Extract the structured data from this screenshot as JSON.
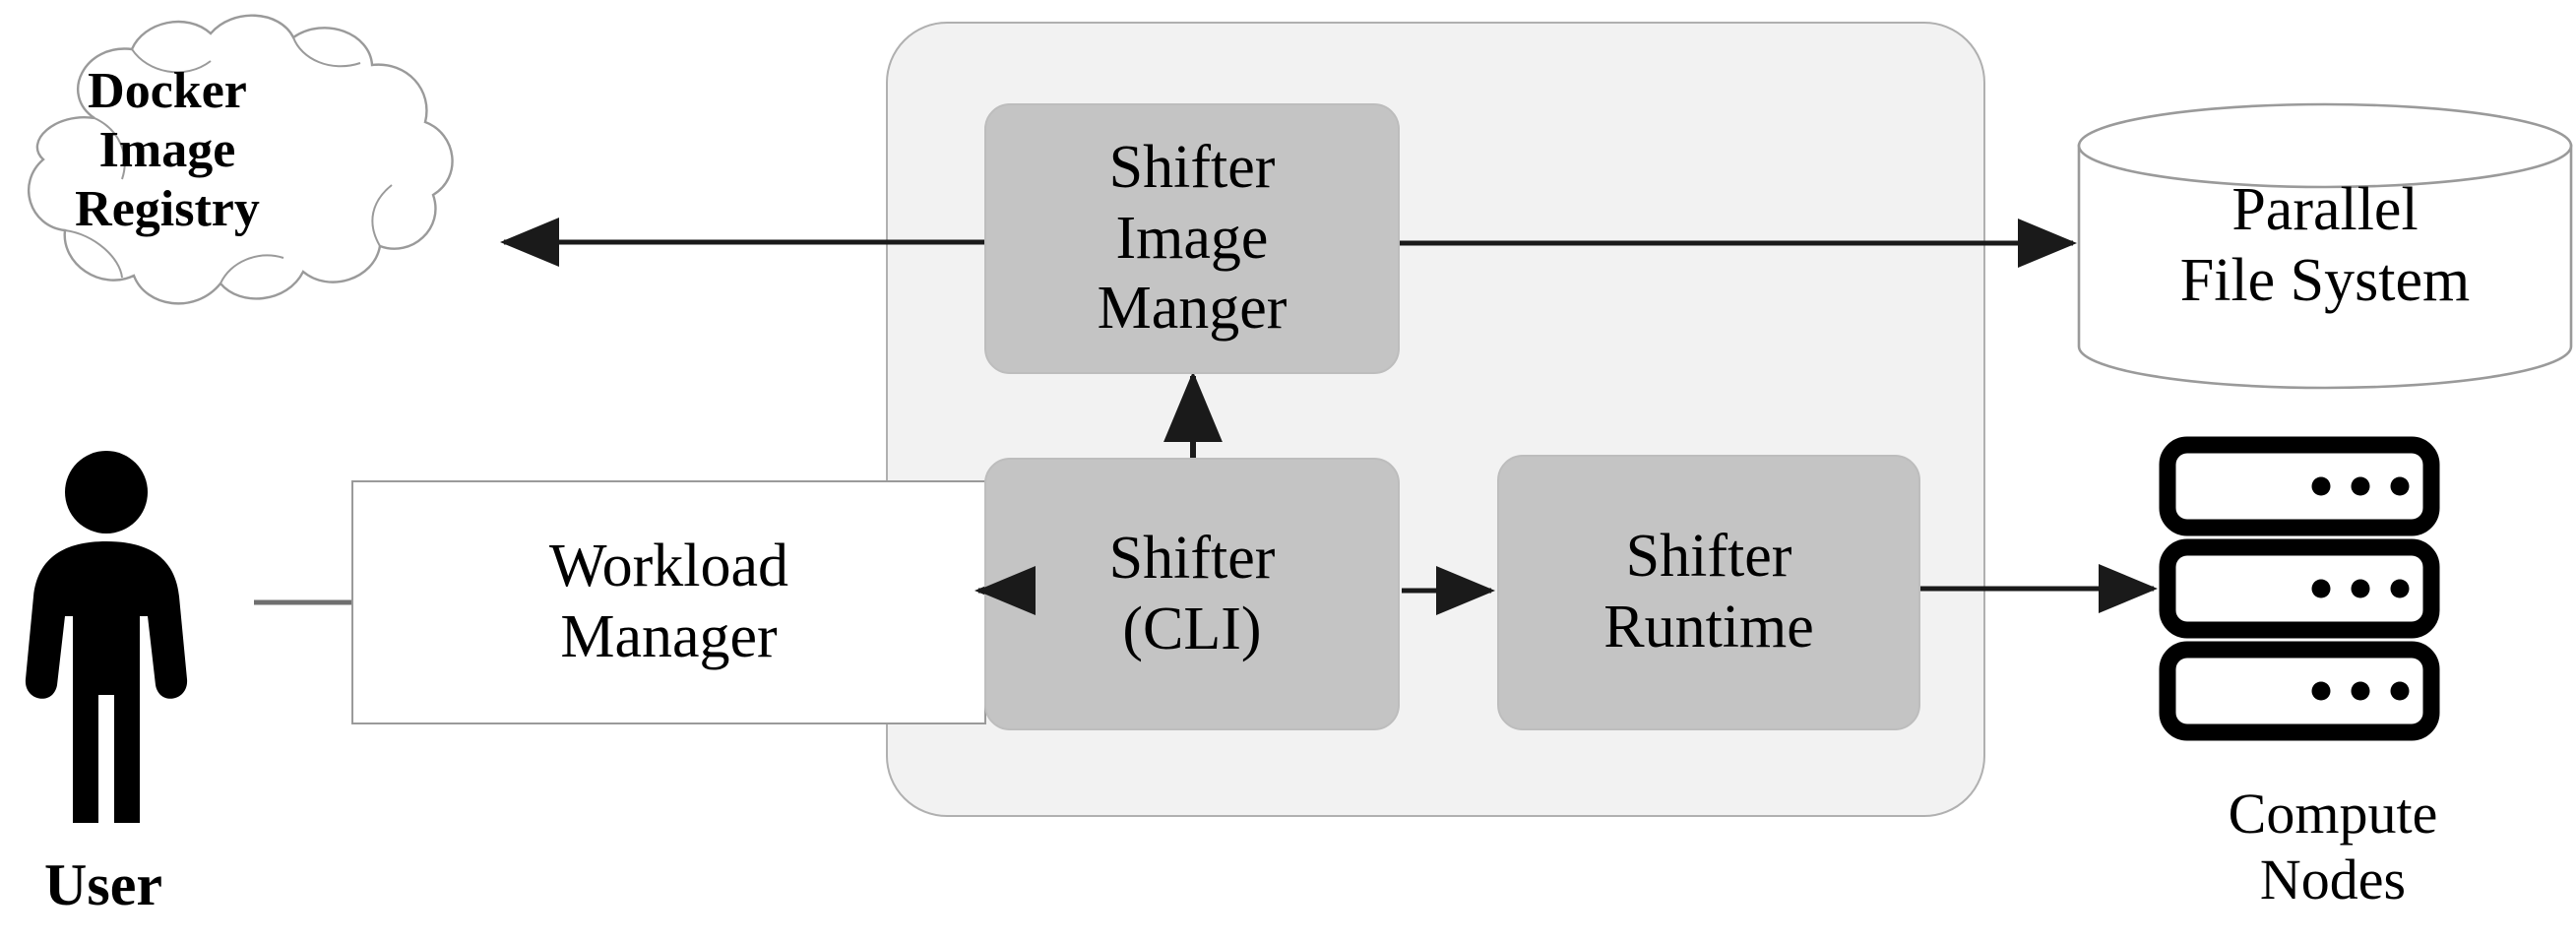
{
  "diagram": {
    "title": "Shifter architecture overview",
    "colors": {
      "container_fill": "#f2f2f2",
      "container_border": "#b0b0b0",
      "component_fill": "#c4c4c4",
      "component_border": "#bdbdbd",
      "plain_box_fill": "#ffffff",
      "plain_box_border": "#9a9a9a",
      "arrow": "#1a1a1a",
      "outline_thin": "#8c8c8c",
      "node_icon": "#000000",
      "background": "#ffffff"
    },
    "nodes": {
      "docker_registry": {
        "label_lines": [
          "Docker",
          "Image",
          "Registry"
        ],
        "shape": "cloud",
        "bold": true
      },
      "user": {
        "label": "User",
        "shape": "person-pictogram",
        "bold": true
      },
      "workload_manager": {
        "label_lines": [
          "Workload",
          "Manager"
        ],
        "shape": "rectangle",
        "bold": false
      },
      "shifter_image_manger": {
        "label_lines": [
          "Shifter",
          "Image",
          "Manger"
        ],
        "shape": "rounded-rectangle",
        "bold": false
      },
      "shifter_cli": {
        "label_lines": [
          "Shifter",
          "(CLI)"
        ],
        "shape": "rounded-rectangle",
        "bold": false
      },
      "shifter_runtime": {
        "label_lines": [
          "Shifter",
          "Runtime"
        ],
        "shape": "rounded-rectangle",
        "bold": false
      },
      "parallel_file_system": {
        "label_lines": [
          "Parallel",
          "File System"
        ],
        "shape": "cylinder",
        "bold": false
      },
      "compute_nodes": {
        "label_lines": [
          "Compute",
          "Nodes"
        ],
        "shape": "server-rack-stack",
        "rack_count": 3,
        "dots_per_rack": 3,
        "bold": false
      },
      "shifter_group": {
        "label": "",
        "shape": "rounded-container"
      }
    },
    "edges": [
      {
        "name": "user-to-workload-manager",
        "from": "user",
        "to": "workload_manager",
        "arrowhead": false
      },
      {
        "name": "image-manger-to-docker-registry",
        "from": "shifter_image_manger",
        "to": "docker_registry",
        "arrowhead": true
      },
      {
        "name": "image-manger-to-parallel-file-system",
        "from": "shifter_image_manger",
        "to": "parallel_file_system",
        "arrowhead": true
      },
      {
        "name": "cli-to-image-manger",
        "from": "shifter_cli",
        "to": "shifter_image_manger",
        "arrowhead": true
      },
      {
        "name": "workload-manager-to-cli",
        "from": "workload_manager",
        "to": "shifter_cli",
        "arrowhead": true
      },
      {
        "name": "cli-to-runtime",
        "from": "shifter_cli",
        "to": "shifter_runtime",
        "arrowhead": true
      },
      {
        "name": "runtime-to-compute-nodes",
        "from": "shifter_runtime",
        "to": "compute_nodes",
        "arrowhead": true
      }
    ]
  }
}
